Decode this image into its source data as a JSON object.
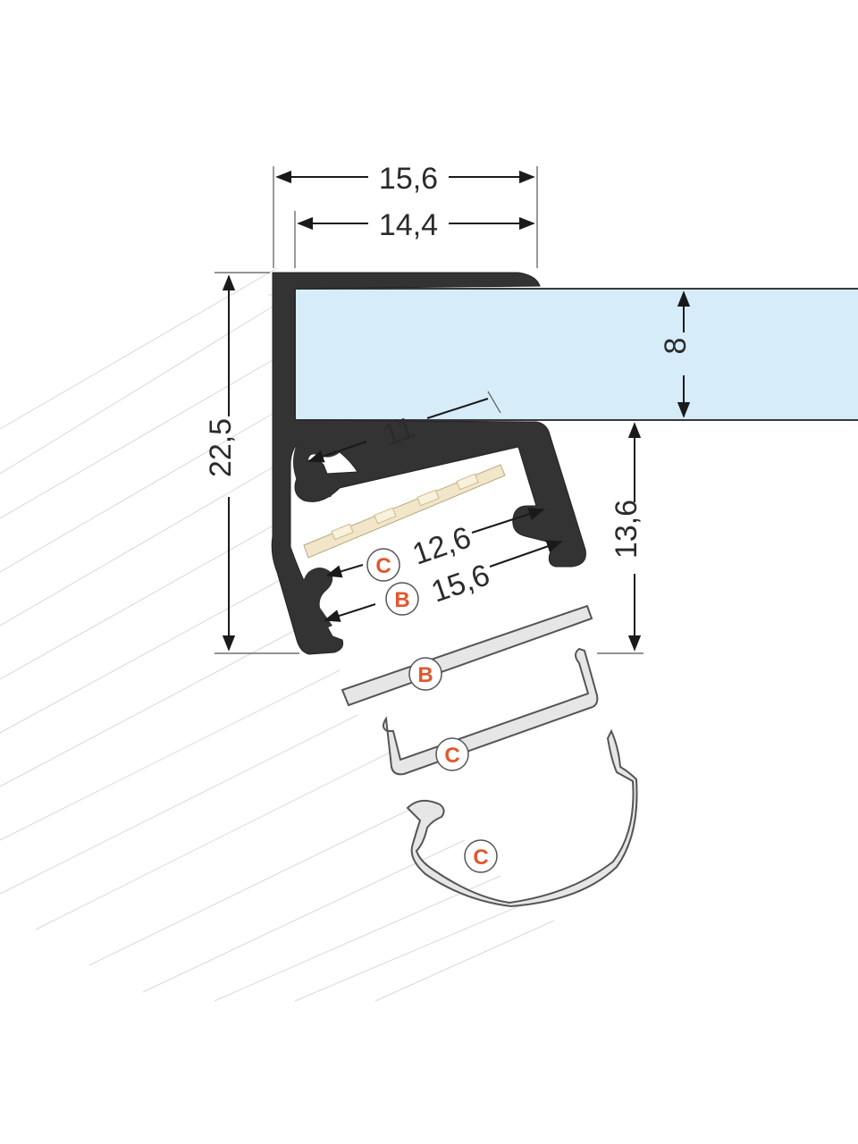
{
  "dimensions": {
    "top_outer_width": "15,6",
    "top_inner_width": "14,4",
    "total_height": "22,5",
    "glass_thickness": "8",
    "angled_depth": "11",
    "lower_height": "13,6",
    "cover_c_width": "12,6",
    "cover_b_width": "15,6"
  },
  "labels": {
    "b": "B",
    "c": "C"
  },
  "colors": {
    "profile": "#333333",
    "glass": "#d6ecf9",
    "cover_fill": "#e6e6e6",
    "badge_letter": "#e2572c",
    "led_strip": "#f1e6c8"
  }
}
